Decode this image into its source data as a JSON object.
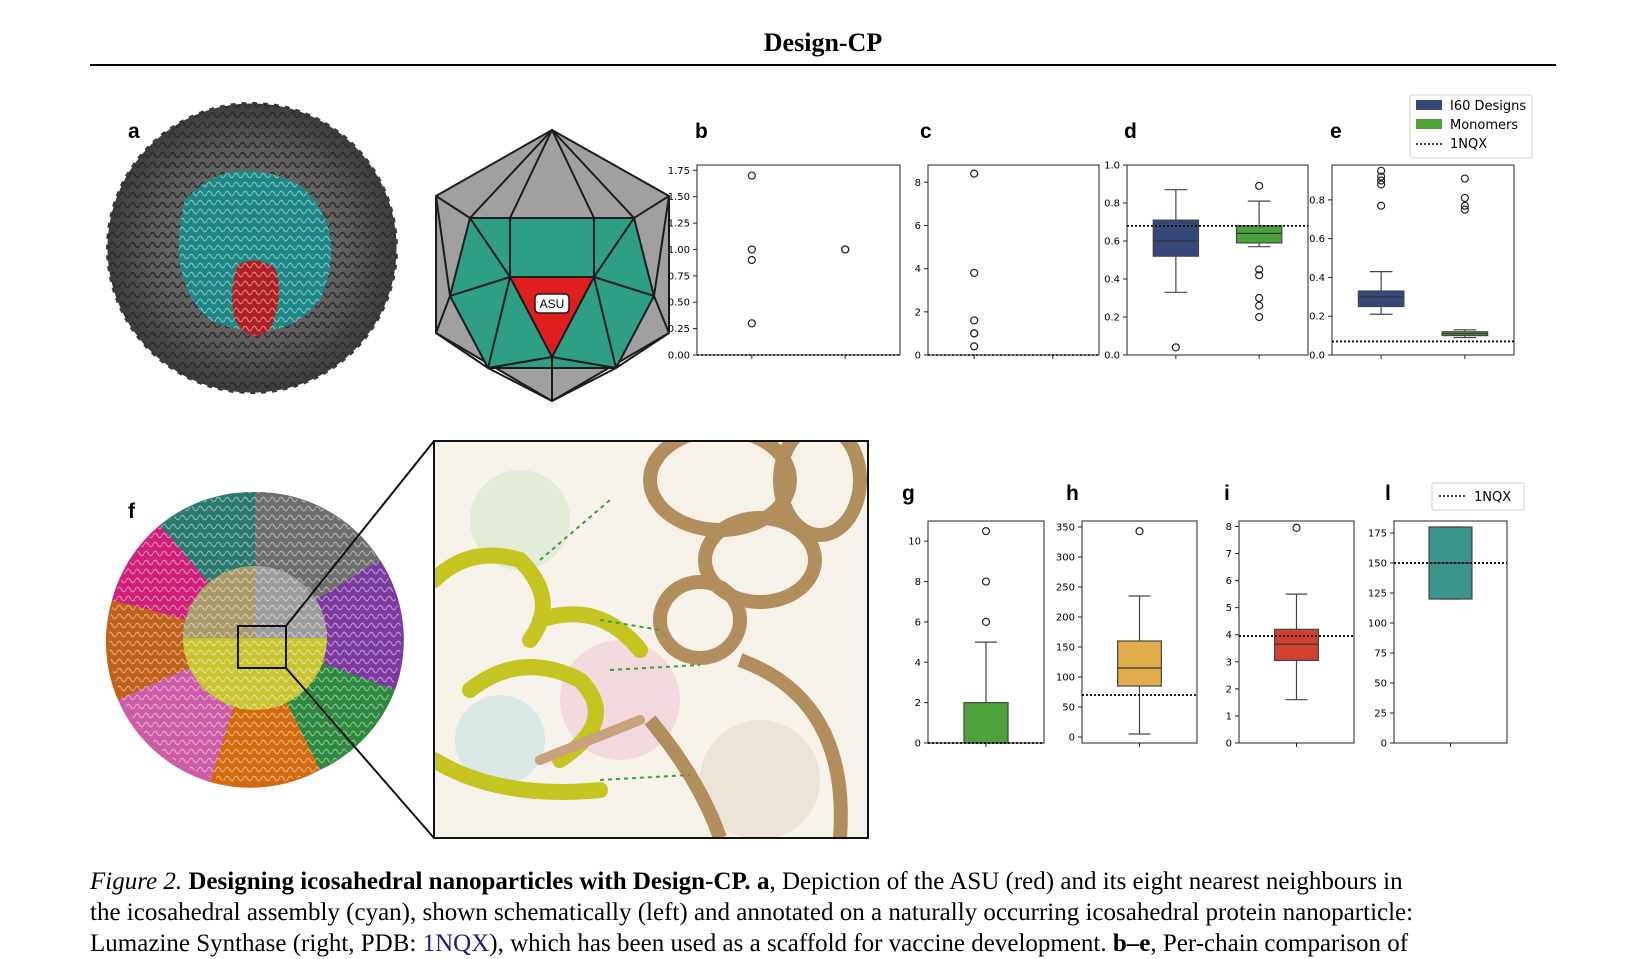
{
  "header": {
    "title": "Design-CP"
  },
  "panel_labels": {
    "a": "a",
    "b": "b",
    "c": "c",
    "d": "d",
    "e": "e",
    "f": "f",
    "g": "g",
    "h": "h",
    "i": "i",
    "l": "l"
  },
  "asu_label": "ASU",
  "legend_top": {
    "items": [
      "I60 Designs",
      "Monomers",
      "1NQX"
    ]
  },
  "legend_bottom": {
    "items": [
      "1NQX"
    ]
  },
  "colors": {
    "navy": "#364878",
    "green": "#4da33a",
    "gold": "#e0ae4a",
    "red": "#d2412f",
    "teal": "#3d968c",
    "asu_red": "#e01e1e",
    "asu_teal": "#2e9e84",
    "gray": "#9a9a9a"
  },
  "caption": {
    "fig_label": "Figure 2.",
    "title": "Designing icosahedral nanoparticles with Design-CP.",
    "a_label": "a",
    "line1_rest": ", Depiction of the ASU (red) and its eight nearest neighbours in",
    "line2": "the icosahedral assembly (cyan), shown schematically (left) and annotated on a naturally occurring icosahedral protein nanoparticle:",
    "line3a": "Lumazine Synthase (right, PDB: ",
    "line3_link": "1NQX",
    "line3b": "), which has been used as a scaffold for vaccine development. ",
    "line3_bold": "b–e",
    "line3c": ", Per-chain comparison of"
  },
  "chart_data": [
    {
      "panel": "b",
      "type": "scatter",
      "ylim": [
        0,
        1.8
      ],
      "yticks": [
        "0.00",
        "0.25",
        "0.50",
        "0.75",
        "1.00",
        "1.25",
        "1.50",
        "1.75"
      ],
      "series": [
        {
          "x": 1,
          "values": [
            1.7,
            1.0,
            0.9,
            0.3
          ]
        },
        {
          "x": 2,
          "values": [
            1.0,
            1.0
          ]
        }
      ],
      "reference": 0.0
    },
    {
      "panel": "c",
      "type": "scatter",
      "ylim": [
        0,
        8.8
      ],
      "yticks": [
        "0",
        "2",
        "4",
        "6",
        "8"
      ],
      "series": [
        {
          "x": 1,
          "values": [
            8.4,
            3.8,
            1.6,
            1.0,
            1.0,
            0.4
          ]
        },
        {
          "x": 2,
          "values": []
        }
      ],
      "reference": 0.0
    },
    {
      "panel": "d",
      "type": "box",
      "ylim": [
        0,
        1.0
      ],
      "yticks": [
        "0.0",
        "0.2",
        "0.4",
        "0.6",
        "0.8",
        "1.0"
      ],
      "reference": 0.68,
      "boxes": [
        {
          "name": "I60 Designs",
          "q1": 0.52,
          "median": 0.6,
          "q3": 0.71,
          "whislo": 0.33,
          "whishi": 0.87,
          "fliers": [
            0.04
          ]
        },
        {
          "name": "Monomers",
          "q1": 0.59,
          "median": 0.64,
          "q3": 0.68,
          "whislo": 0.57,
          "whishi": 0.81,
          "fliers": [
            0.89,
            0.45,
            0.42,
            0.3,
            0.26,
            0.2
          ]
        }
      ]
    },
    {
      "panel": "e",
      "type": "box",
      "ylim": [
        0,
        0.98
      ],
      "yticks": [
        "0.0",
        "0.2",
        "0.4",
        "0.6",
        "0.8"
      ],
      "reference": 0.07,
      "boxes": [
        {
          "name": "I60 Designs",
          "q1": 0.25,
          "median": 0.3,
          "q3": 0.33,
          "whislo": 0.21,
          "whishi": 0.43,
          "fliers": [
            0.95,
            0.92,
            0.9,
            0.88,
            0.77
          ]
        },
        {
          "name": "Monomers",
          "q1": 0.1,
          "median": 0.11,
          "q3": 0.12,
          "whislo": 0.09,
          "whishi": 0.13,
          "fliers": [
            0.91,
            0.81,
            0.77,
            0.75
          ]
        }
      ]
    },
    {
      "panel": "g",
      "type": "box",
      "ylim": [
        0,
        11
      ],
      "yticks": [
        "0",
        "2",
        "4",
        "6",
        "8",
        "10"
      ],
      "reference": 0.0,
      "boxes": [
        {
          "q1": 0,
          "median": 0,
          "q3": 2,
          "whislo": 0,
          "whishi": 5,
          "fliers": [
            10.5,
            8,
            6
          ]
        }
      ]
    },
    {
      "panel": "h",
      "type": "box",
      "ylim": [
        -10,
        360
      ],
      "yticks": [
        "0",
        "50",
        "100",
        "150",
        "200",
        "250",
        "300",
        "350"
      ],
      "reference": 70,
      "boxes": [
        {
          "q1": 85,
          "median": 115,
          "q3": 160,
          "whislo": 5,
          "whishi": 235,
          "fliers": [
            343
          ]
        }
      ]
    },
    {
      "panel": "i",
      "type": "box",
      "ylim": [
        0,
        8.2
      ],
      "yticks": [
        "0",
        "1",
        "2",
        "3",
        "4",
        "5",
        "6",
        "7",
        "8"
      ],
      "reference": 3.95,
      "boxes": [
        {
          "q1": 3.05,
          "median": 3.65,
          "q3": 4.2,
          "whislo": 1.6,
          "whishi": 5.5,
          "fliers": [
            7.95
          ]
        }
      ]
    },
    {
      "panel": "l",
      "type": "box",
      "ylim": [
        0,
        185
      ],
      "yticks": [
        "0",
        "25",
        "50",
        "75",
        "100",
        "125",
        "150",
        "175"
      ],
      "reference": 150,
      "boxes": [
        {
          "q1": 120,
          "median": 150,
          "q3": 180,
          "whislo": 120,
          "whishi": 180,
          "fliers": []
        }
      ]
    }
  ]
}
